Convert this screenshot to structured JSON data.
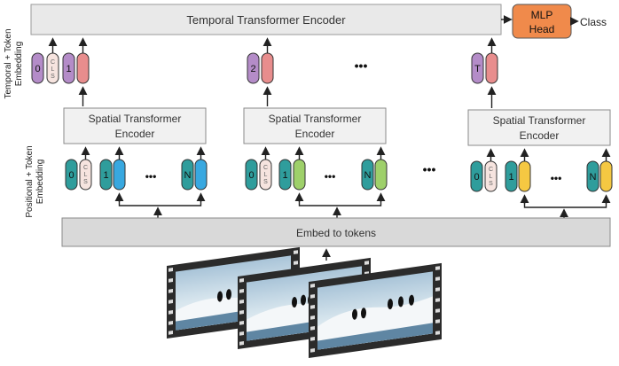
{
  "temporal_encoder": {
    "label": "Temporal Transformer Encoder"
  },
  "mlp_head": {
    "label_line1": "MLP",
    "label_line2": "Head"
  },
  "output": {
    "label": "Class"
  },
  "side_labels": {
    "temporal_line1": "Temporal + Token",
    "temporal_line2": "Embedding",
    "positional_line1": "Positional + Token",
    "positional_line2": "Embedding"
  },
  "spatial_encoder": {
    "label_line1": "Spatial Transformer",
    "label_line2": "Encoder"
  },
  "embed": {
    "label": "Embed to tokens"
  },
  "cls_text": {
    "c": "C",
    "l": "L",
    "s": "S"
  },
  "token_ids": {
    "zero": "0",
    "one": "1",
    "two": "2",
    "n": "N",
    "t": "T"
  },
  "ellipsis": "•••",
  "colors": {
    "temporal_bar": "#e9e9e9",
    "spatial_box": "#f1f1f1",
    "embed_bar": "#d9d9d9",
    "mlp": "#f08a4b",
    "temporal_pos": "#b48cc8",
    "temporal_tok": "#e88d8d",
    "cls": "#f6e4df",
    "pos_teal": "#2f9d9c",
    "tok_blue": "#38a8e0",
    "tok_green": "#9ed06a",
    "tok_yellow": "#f5c842"
  },
  "icons": {
    "film": "filmstrip-icon"
  }
}
